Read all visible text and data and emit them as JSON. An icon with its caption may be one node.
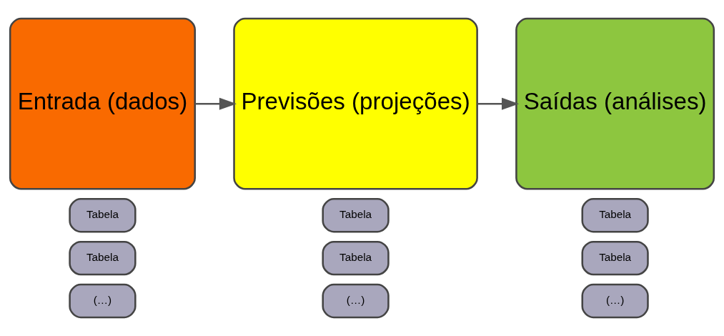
{
  "diagram": {
    "nodes": [
      {
        "text": [
          "Entrada (dados)"
        ]
      },
      {
        "text": [
          "Tabela"
        ]
      },
      {
        "text": [
          "Tabela"
        ]
      },
      {
        "text": [
          "(…)"
        ]
      },
      {
        "text": [
          "Previsões (projeções)"
        ]
      },
      {
        "text": [
          "Tabela"
        ]
      },
      {
        "text": [
          "Tabela"
        ]
      },
      {
        "text": [
          "(…)"
        ]
      },
      {
        "text": [
          "Saídas (análises)"
        ]
      },
      {
        "text": [
          "Tabela"
        ]
      },
      {
        "text": [
          "Tabela"
        ]
      },
      {
        "text": [
          "(…)"
        ]
      }
    ],
    "edges": [
      {
        "from": 0,
        "to": 4,
        "arrow": "to"
      },
      {
        "from": 4,
        "to": 8,
        "arrow": "to"
      }
    ]
  }
}
